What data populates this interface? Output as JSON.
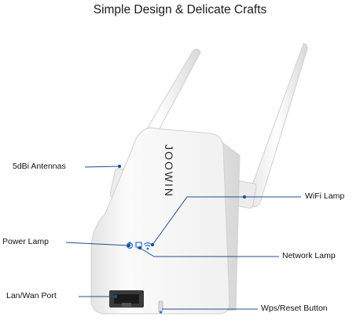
{
  "title": "Simple Design & Delicate Crafts",
  "brand_text": "JOOWIN",
  "labels": {
    "antennas": "5dBi Antennas",
    "wifi_lamp": "WiFi Lamp",
    "power_lamp": "Power Lamp",
    "network_lamp": "Network Lamp",
    "lan_wan_port": "Lan/Wan Port",
    "wps_reset": "Wps/Reset Button"
  },
  "colors": {
    "callout_line": "#1f4f8f",
    "indicator_blue": "#2b74d6",
    "device_white": "#f4f4f4",
    "port_dark": "#2a2a2a"
  }
}
